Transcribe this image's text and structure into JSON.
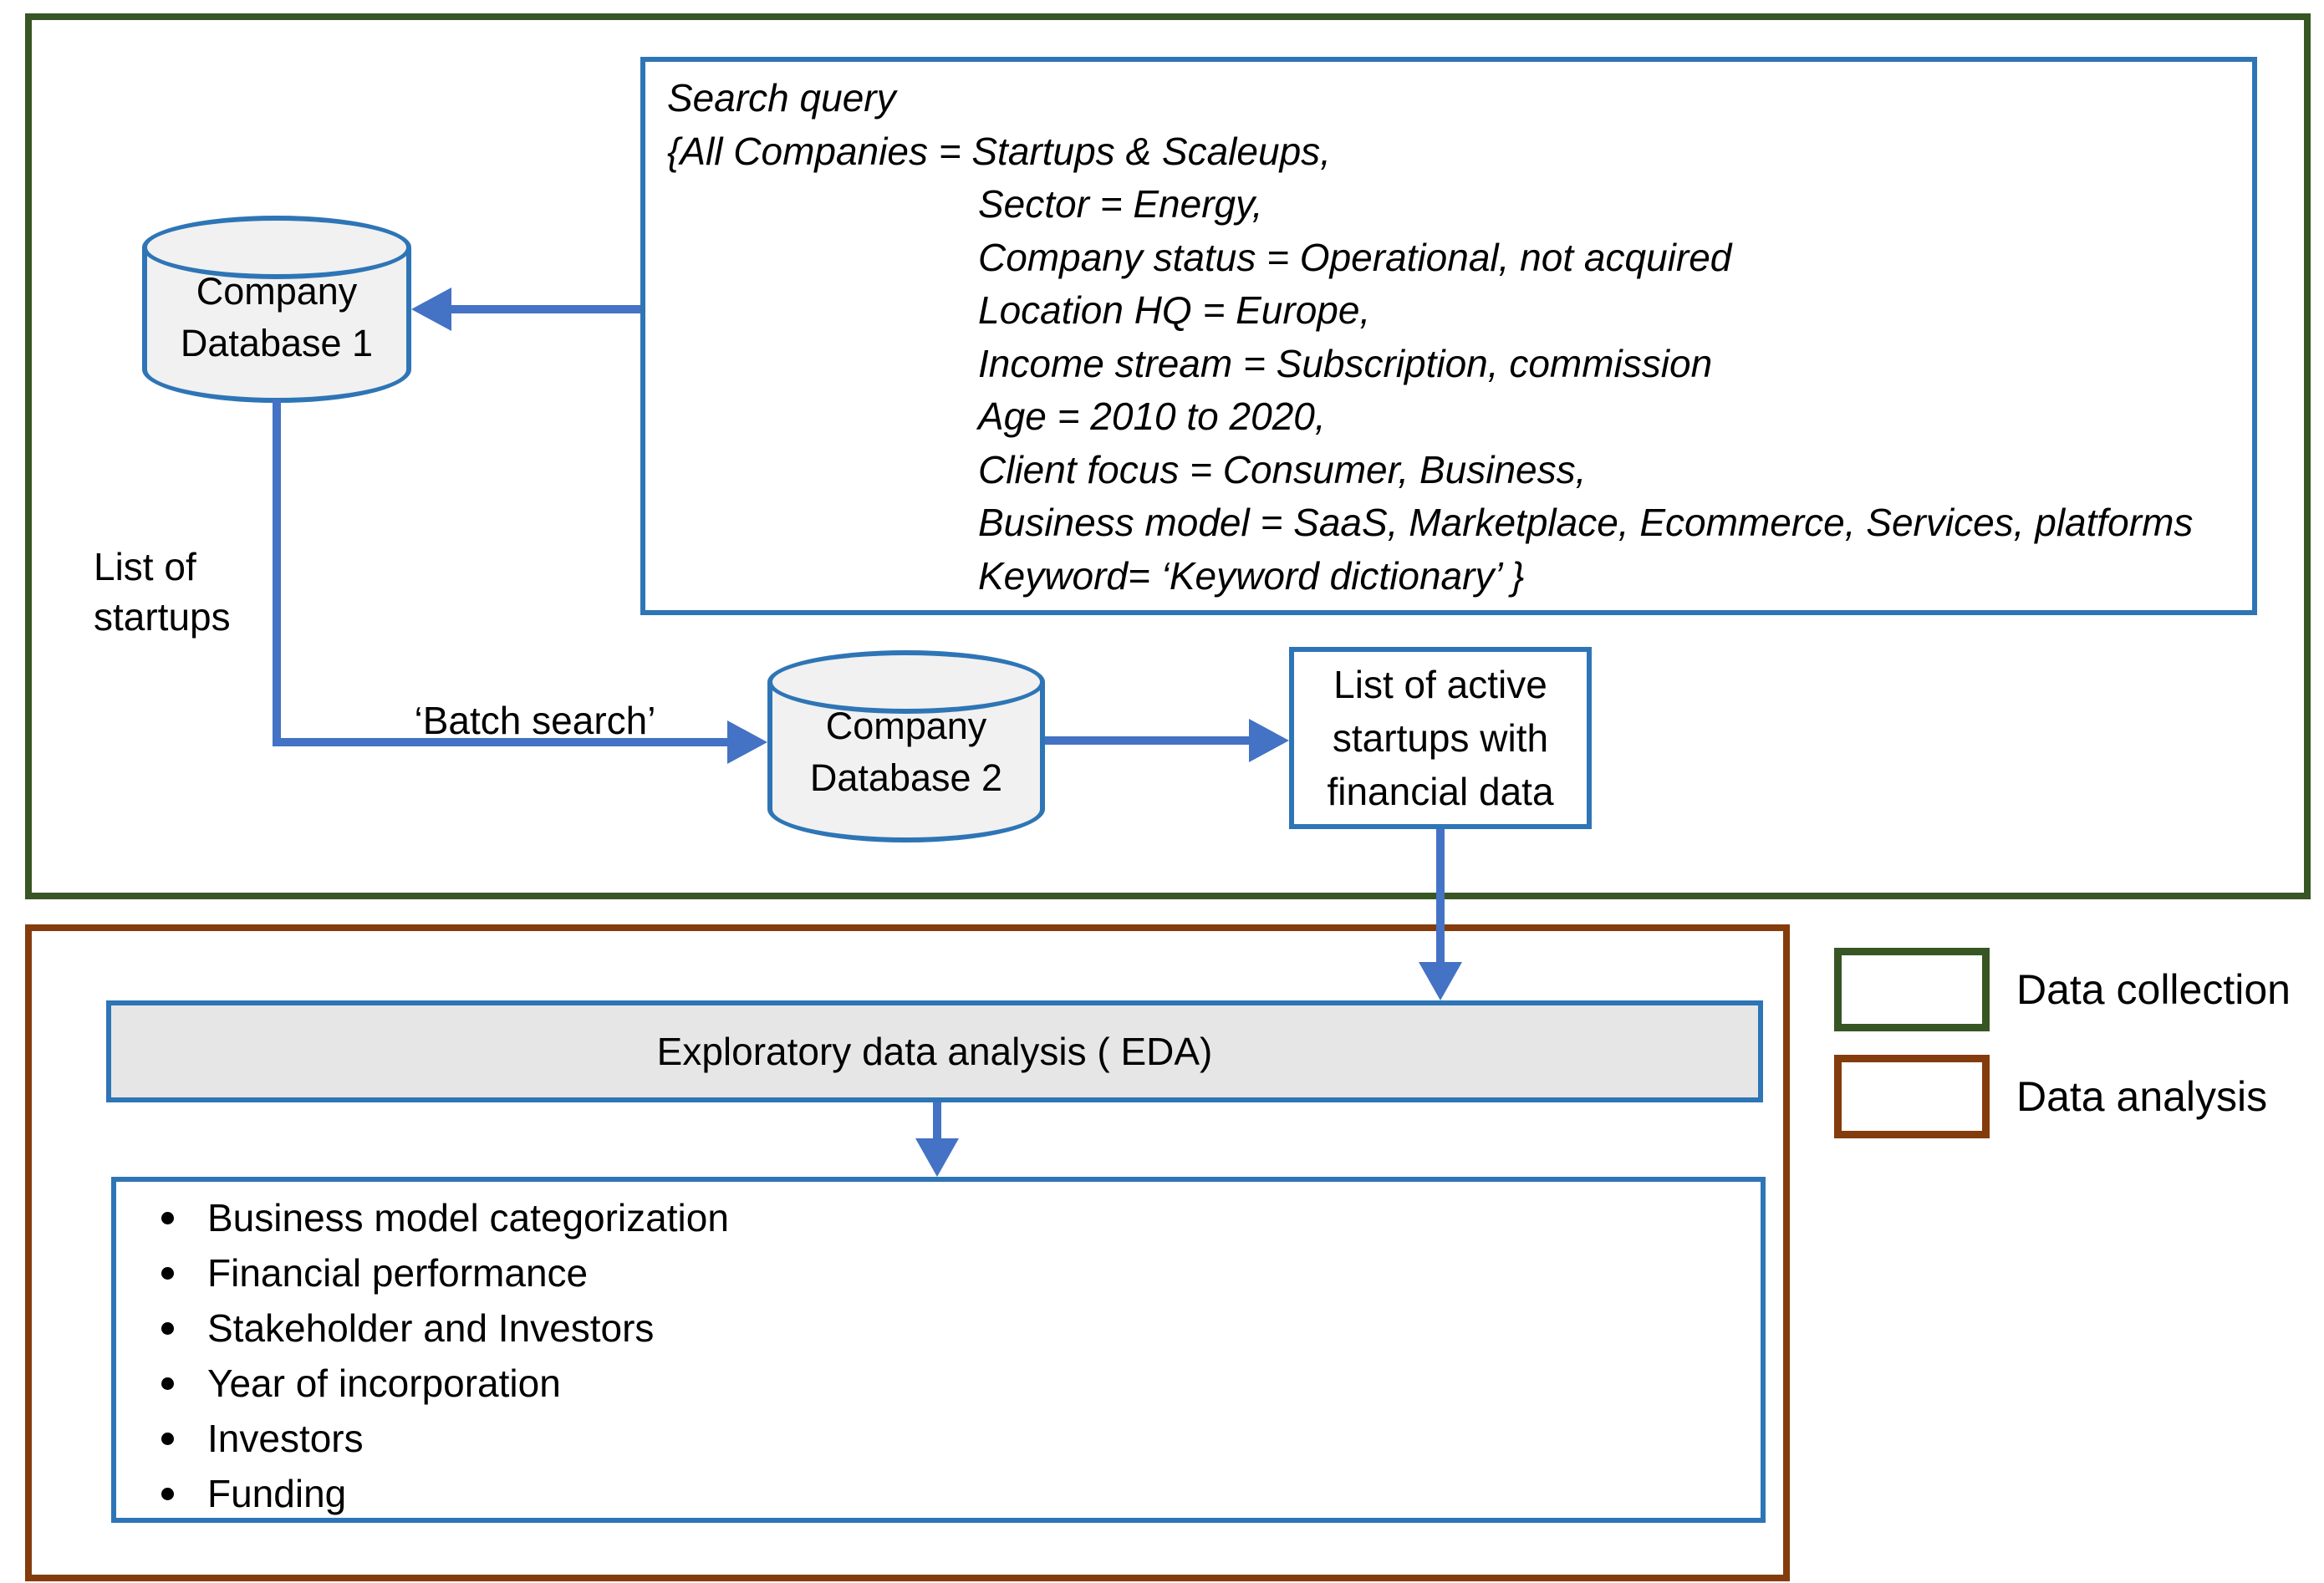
{
  "figure": {
    "type": "flow-diagram",
    "description": "Startup data collection and analysis workflow"
  },
  "colors": {
    "box_border_blue": "#2E75B6",
    "arrow_blue": "#4472C4",
    "region_green": "#375623",
    "region_brown": "#843C0C",
    "cylinder_fill": "#F1F1F1",
    "eda_fill": "#E7E6E6",
    "text": "#000000"
  },
  "search_box": {
    "lines": [
      "Search query",
      "{All Companies = Startups & Scaleups,",
      "Sector = Energy,",
      "Company status = Operational, not acquired",
      "Location HQ = Europe,",
      "Income stream = Subscription, commission",
      "Age = 2010 to 2020,",
      "Client focus = Consumer, Business,",
      "Business model = SaaS, Marketplace, Ecommerce, Services, platforms",
      "Keyword= ‘Keyword dictionary’  }"
    ]
  },
  "nodes": {
    "company_database_1": {
      "lines": [
        "Company",
        "Database 1"
      ]
    },
    "company_database_2": {
      "lines": [
        "Company",
        "Database 2"
      ]
    },
    "active_startups_list": {
      "lines": [
        "List of active",
        "startups with",
        "financial data"
      ]
    },
    "eda": {
      "label": "Exploratory data analysis ( EDA)"
    }
  },
  "edge_labels": {
    "list_of_startups": {
      "lines": [
        "List of",
        "startups"
      ]
    },
    "batch_search": "‘Batch search’"
  },
  "eda_outputs": {
    "items": [
      "Business model categorization",
      "Financial performance",
      "Stakeholder and Investors",
      "Year of incorporation",
      "Investors",
      "Funding"
    ]
  },
  "legend": {
    "items": [
      {
        "label": "Data collection",
        "color": "#375623"
      },
      {
        "label": "Data analysis",
        "color": "#843C0C"
      }
    ]
  }
}
